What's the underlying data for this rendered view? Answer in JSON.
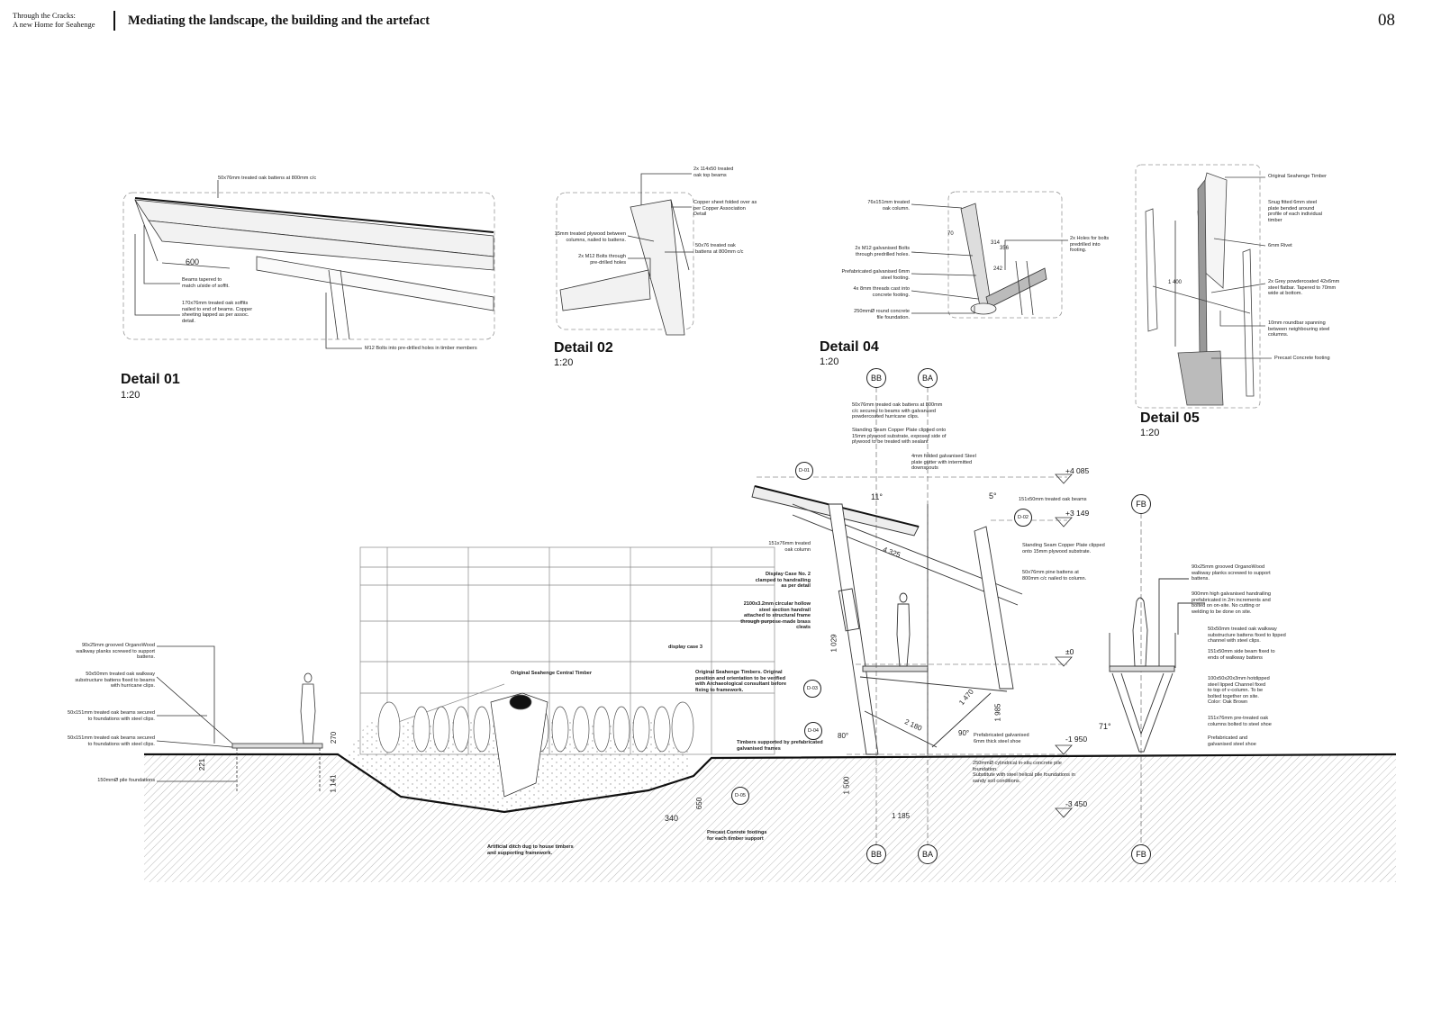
{
  "header": {
    "project": "Through the Cracks:\nA new Home for Seahenge",
    "title": "Mediating the landscape, the building and the artefact",
    "page": "08"
  },
  "details": [
    {
      "title": "Detail 01",
      "scale": "1:20",
      "dims": [
        "600"
      ],
      "notes": [
        "50x76mm treated oak battens at 800mm c/c",
        "Beams tapered to\nmatch u/side of soffit.",
        "170x76mm treated oak soffits\nnailed to end of beams. Copper\nsheeting lapped as per assoc.\ndetail.",
        "M12 Bolts into pre-drilled holes in timber members"
      ]
    },
    {
      "title": "Detail 02",
      "scale": "1:20",
      "notes": [
        "2x 114x50 treated\noak top beams",
        "Copper sheet folded over as\nper Copper Association\nDetail",
        "15mm treated plywood between\ncolumns, nailed to battens.",
        "2x M12 Bolts through\npre-drilled holes",
        "50x76 treated oak\nbattens at 800mm c/c"
      ]
    },
    {
      "title": "Detail 04",
      "scale": "1:20",
      "dims": [
        "314",
        "356",
        "242",
        "70"
      ],
      "notes": [
        "76x151mm treated\noak column.",
        "2x M12 galvanised Bolts\nthrough predrilled holes.",
        "Prefabricated galvanised 6mm\nsteel footing.",
        "4x 8mm threads cast into\nconcrete footing.",
        "250mmØ round concrete\nfile foundation.",
        "2x Holes for bolts\npredrilled into\nfooting."
      ]
    },
    {
      "title": "Detail 05",
      "scale": "1:20",
      "dims": [
        "1 400"
      ],
      "notes": [
        "Original Seahenge Timber",
        "Snug fitted 6mm steel\nplate bended around\nprofile of each individual\ntimber",
        "6mm Rivet",
        "2x Grey powdercoated 42x6mm\nsteel flatbar. Tapered to 70mm\nwide at bottom.",
        "10mm roundbar spanning\nbetween neighbouring steel\ncolumns.",
        "Precast Concrete footing"
      ]
    }
  ],
  "section": {
    "left_notes": [
      "90x25mm grooved OrganoWood\nwalkway planks screwed to support\nbattens.",
      "50x50mm treated oak walkway\nsubstructure battens fixed to beams\nwith hurricane clips.",
      "50x151mm treated oak beams secured\nto foundations with steel clips.",
      "50x151mm treated oak beams secured\nto foundations with steel clips.",
      "150mmØ pile foundations"
    ],
    "center_notes": [
      "display case 3",
      "Original Seahenge Central Timber",
      "Original Seahenge Timbers. Original\nposition and orientation to be verified\nwith Archaeological consultant before\nfixing to framework.",
      "Display Case No. 2\nclamped to handrailing\nas per detail",
      "2100x3.2mm circular hollow\nsteel section handrail\nattached to structural frame\nthrough purpose-made brass\ncleats",
      "Timbers supported by prefabricated\ngalvanised frames",
      "Precast Conrete footings\nfor each timber support",
      "Artificial ditch dug to house timbers\nand supporting framework."
    ],
    "right_notes": [
      "50x76mm treated oak battens at 800mm\nc/c secured to beams with galvanised\npowdercoated hurricane clips.",
      "Standing Seam Copper Plate clipped onto\n15mm plywood substrate, exposed side of\nplywood to be treated with sealant",
      "4mm folded galvanised Steel\nplate gutter with intermitted\ndownspouts",
      "151x50mm treated oak beams",
      "Standing Seam Copper Plate clipped\nonto 15mm plywood substrate.",
      "50x76mm pine battens at\n800mm c/c nailed to column.",
      "151x76mm treated\noak column",
      "Prefabricated galvanised\n6mm thick steel shoe",
      "250mmØ cylindrical in-situ concrete pile\nfoundation.\nSubstitute with steel helical pile foundations in\nsandy soil conditions."
    ],
    "fb_notes": [
      "90x25mm grooved OrganoWood\nwalkway planks screwed to support\nbattens.",
      "900mm high galvanised handrailing\nprefabricated in 2m increments and\nbolted on on-site. No cutting or\nwelding to be done on site.",
      "50x50mm treated oak walkway\nsubstructure battens fixed to lipped\nchannel with steel clips.",
      "151x50mm side beam fixed to\nends of walkway battens",
      "100x50x20x3mm hotdipped\nsteel lipped Channel fixed\nto top of v-column. To be\nbolted together on site.\nColor: Oak Brown",
      "151x76mm pre-treated oak\ncolumns bolted to steel shoe",
      "Prefabricated and\ngalvanised steel shoe"
    ],
    "levels": [
      "+4 085",
      "+3 149",
      "±0",
      "-1 950",
      "-3 450"
    ],
    "dims": [
      "270",
      "221",
      "1 141",
      "340",
      "650",
      "4 325",
      "1 029",
      "1 470",
      "2 180",
      "1 985",
      "1 500",
      "1 185"
    ],
    "angles": [
      "11°",
      "5°",
      "80°",
      "90°",
      "71°"
    ],
    "grids": [
      "BB",
      "BA",
      "FB"
    ],
    "tags": [
      "D-01",
      "D-02",
      "D-03",
      "D-04",
      "D-05"
    ]
  }
}
